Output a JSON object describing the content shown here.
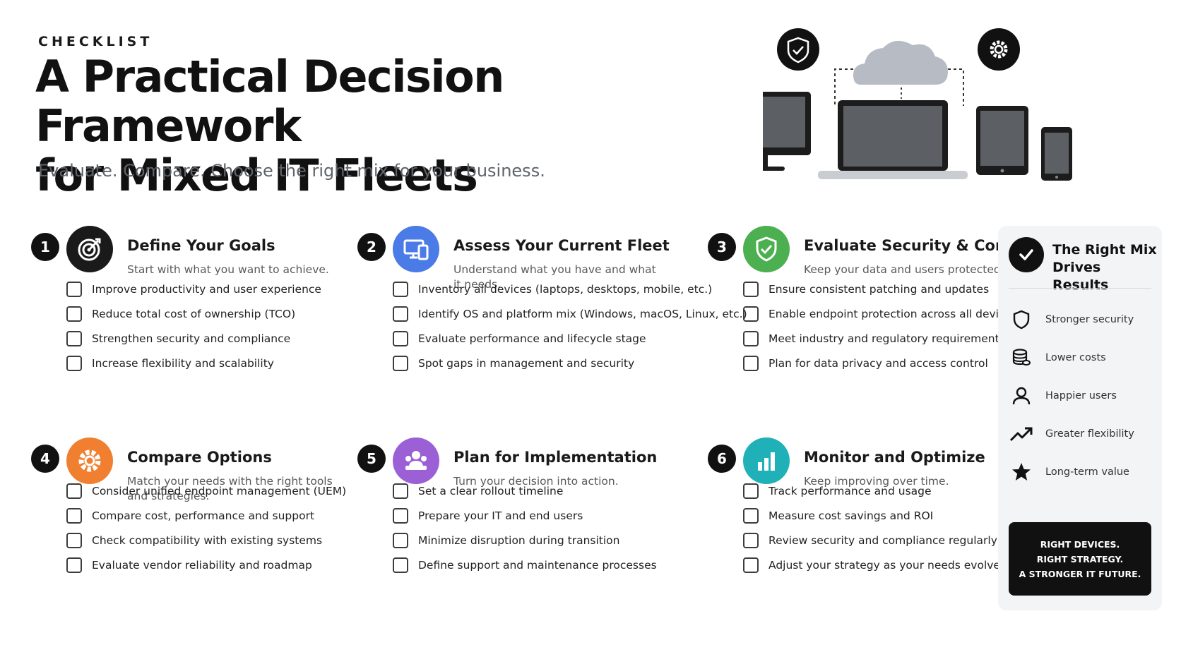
{
  "header": {
    "eyebrow": "CHECKLIST",
    "title_line1": "A Practical Decision Framework",
    "title_line2": "for Mixed IT Fleets",
    "subtitle": "Evaluate. Compare. Choose the right mix for your business."
  },
  "steps": [
    {
      "number": "1",
      "icon": "target-icon",
      "color": "#1a1a1a",
      "title": "Define Your Goals",
      "description": "Start with what you want to achieve.",
      "items": [
        "Improve productivity and user experience",
        "Reduce total cost of ownership (TCO)",
        "Strengthen security and compliance",
        "Increase flexibility and scalability"
      ]
    },
    {
      "number": "2",
      "icon": "devices-icon",
      "color": "#4a7be6",
      "title": "Assess Your Current Fleet",
      "description": "Understand what you have and what it needs.",
      "items": [
        "Inventory all devices (laptops, desktops, mobile, etc.)",
        "Identify OS and platform mix (Windows, macOS, Linux, etc.)",
        "Evaluate performance and lifecycle stage",
        "Spot gaps in management and security"
      ]
    },
    {
      "number": "3",
      "icon": "shield-check-icon",
      "color": "#4caf50",
      "title": "Evaluate Security & Compliance",
      "description": "Keep your data and users protected.",
      "items": [
        "Ensure consistent patching and updates",
        "Enable endpoint protection across all devices",
        "Meet industry and regulatory requirements",
        "Plan for data privacy and access control"
      ]
    },
    {
      "number": "4",
      "icon": "gear-icon",
      "color": "#f08030",
      "title": "Compare Options",
      "description": "Match your needs with the right tools and strategies.",
      "items": [
        "Consider unified endpoint management (UEM)",
        "Compare cost, performance and support",
        "Check compatibility with existing systems",
        "Evaluate vendor reliability and roadmap"
      ]
    },
    {
      "number": "5",
      "icon": "team-icon",
      "color": "#9b5fd6",
      "title": "Plan for Implementation",
      "description": "Turn your decision into action.",
      "items": [
        "Set a clear rollout timeline",
        "Prepare your IT and end users",
        "Minimize disruption during transition",
        "Define support and maintenance processes"
      ]
    },
    {
      "number": "6",
      "icon": "bar-chart-icon",
      "color": "#1fb0b8",
      "title": "Monitor and Optimize",
      "description": "Keep improving over time.",
      "items": [
        "Track performance and usage",
        "Measure cost savings and ROI",
        "Review security and compliance regularly",
        "Adjust your strategy as your needs evolve"
      ]
    }
  ],
  "panel": {
    "title": "The Right Mix Drives Results",
    "benefits": [
      {
        "icon": "shield-icon",
        "label": "Stronger security"
      },
      {
        "icon": "coins-icon",
        "label": "Lower costs"
      },
      {
        "icon": "user-icon",
        "label": "Happier users"
      },
      {
        "icon": "trend-up-icon",
        "label": "Greater flexibility"
      },
      {
        "icon": "star-icon",
        "label": "Long-term value"
      }
    ],
    "cta_line1": "RIGHT DEVICES.",
    "cta_line2": "RIGHT STRATEGY.",
    "cta_line3": "A STRONGER IT FUTURE."
  }
}
